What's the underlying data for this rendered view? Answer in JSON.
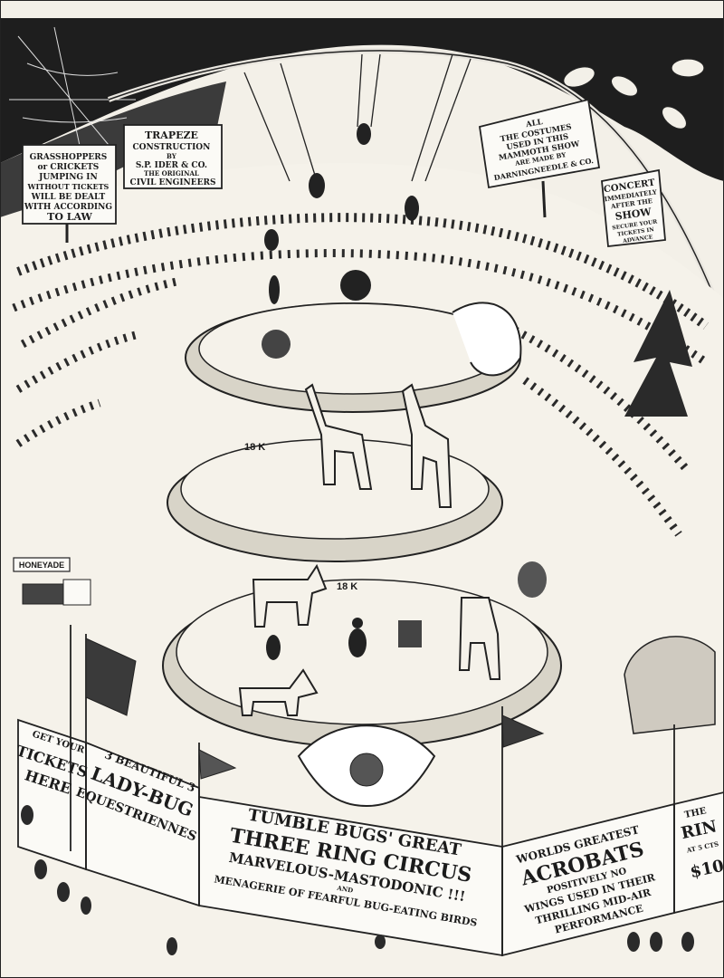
{
  "signs": {
    "grasshoppers": [
      "GRASSHOPPERS",
      "or CRICKETS",
      "JUMPING IN",
      "WITHOUT TICKETS",
      "WILL BE DEALT",
      "WITH ACCORDING",
      "TO LAW"
    ],
    "trapeze": [
      "TRAPEZE",
      "CONSTRUCTION",
      "BY",
      "S.P. IDER & CO.",
      "THE ORIGINAL",
      "CIVIL ENGINEERS"
    ],
    "costumes": [
      "ALL",
      "THE COSTUMES",
      "USED IN THIS",
      "MAMMOTH SHOW",
      "ARE MADE BY",
      "DARNINGNEEDLE & CO."
    ],
    "concert": [
      "CONCERT",
      "IMMEDIATELY",
      "AFTER THE",
      "SHOW",
      "SECURE YOUR",
      "TICKETS IN",
      "ADVANCE"
    ],
    "honeyade": "HONEYADE",
    "tickets": [
      "GET YOUR",
      "TICKETS",
      "HERE"
    ],
    "ladybug": [
      "3 BEAUTIFUL 3",
      "LADY-BUG",
      "EQUESTRIENNES"
    ],
    "main": [
      "TUMBLE BUGS' GREAT",
      "THREE RING CIRCUS",
      "MARVELOUS-MASTODONIC !!!",
      "AND",
      "MENAGERIE OF FEARFUL BUG-EATING BIRDS"
    ],
    "acrobats": [
      "WORLDS GREATEST",
      "ACROBATS",
      "POSITIVELY NO",
      "WINGS USED IN THEIR",
      "THRILLING MID-AIR",
      "PERFORMANCE"
    ],
    "right_edge": [
      "THE",
      "RIN",
      "AT 5 CTS",
      "$10."
    ]
  },
  "ring_marks": {
    "middle": "18 K",
    "lower": "18 K"
  }
}
